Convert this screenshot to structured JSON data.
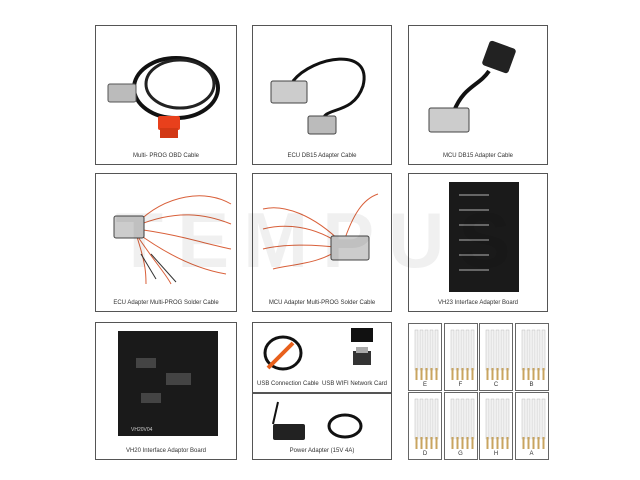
{
  "watermark": "TEMPUS",
  "items": [
    {
      "caption": "Multi- PROG OBD Cable"
    },
    {
      "caption": "ECU DB15 Adapter Cable"
    },
    {
      "caption": "MCU DB15 Adapter Cable"
    },
    {
      "caption": "ECU Adapter Multi-PROG Solder Cable"
    },
    {
      "caption": "MCU Adapter Multi-PROG Solder Cable"
    },
    {
      "caption": "VH23 Interface Adapter Board"
    },
    {
      "caption": "VH20 Interface Adaptor Board",
      "board_label": "VH20V04"
    },
    {
      "caption": "USB Connection Cable"
    },
    {
      "caption": "USB WIFI Network Card"
    },
    {
      "caption": "Power Adapter (15V 4A)"
    }
  ],
  "pins": [
    "E",
    "F",
    "C",
    "B",
    "D",
    "G",
    "H",
    "A"
  ],
  "colors": {
    "obd_connector": "#e8401c",
    "board": "#1a1a1a",
    "pin_gold": "#c9a560"
  }
}
